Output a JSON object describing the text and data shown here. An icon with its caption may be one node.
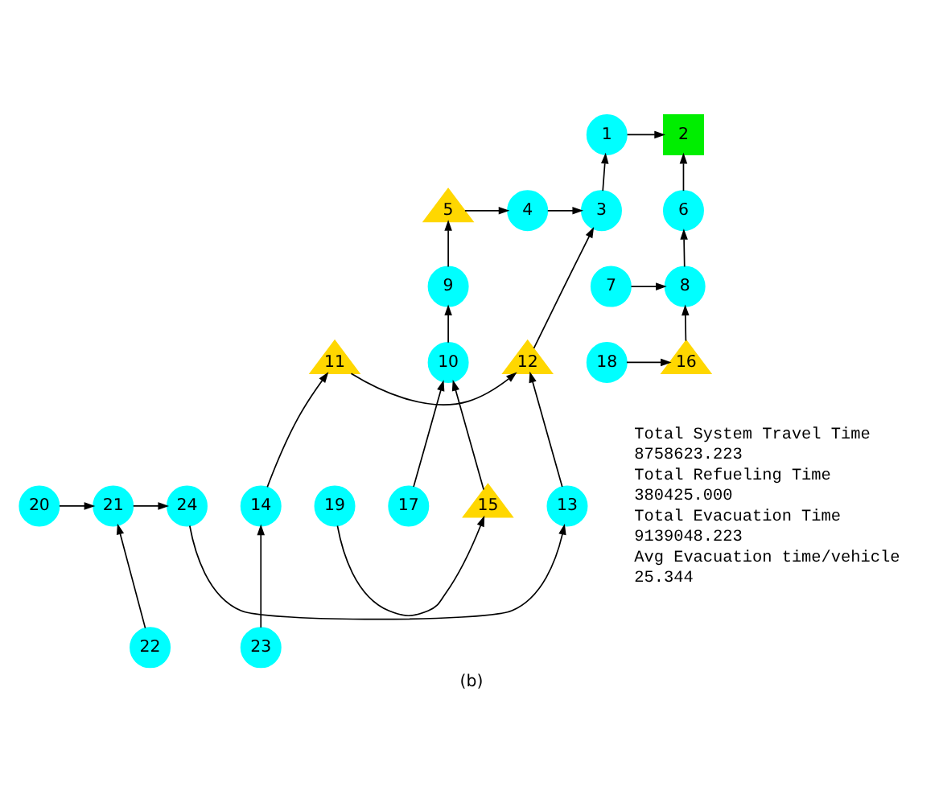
{
  "diagram": {
    "caption": "(b)",
    "nodes": [
      {
        "text": [
          "1"
        ]
      },
      {
        "text": [
          "2"
        ]
      },
      {
        "text": [
          "3"
        ]
      },
      {
        "text": [
          "4"
        ]
      },
      {
        "text": [
          "5"
        ]
      },
      {
        "text": [
          "6"
        ]
      },
      {
        "text": [
          "7"
        ]
      },
      {
        "text": [
          "8"
        ]
      },
      {
        "text": [
          "9"
        ]
      },
      {
        "text": [
          "10"
        ]
      },
      {
        "text": [
          "11"
        ]
      },
      {
        "text": [
          "12"
        ]
      },
      {
        "text": [
          "13"
        ]
      },
      {
        "text": [
          "14"
        ]
      },
      {
        "text": [
          "15"
        ]
      },
      {
        "text": [
          "16"
        ]
      },
      {
        "text": [
          "17"
        ]
      },
      {
        "text": [
          "18"
        ]
      },
      {
        "text": [
          "19"
        ]
      },
      {
        "text": [
          "20"
        ]
      },
      {
        "text": [
          "21"
        ]
      },
      {
        "text": [
          "22"
        ]
      },
      {
        "text": [
          "23"
        ]
      },
      {
        "text": [
          "24"
        ]
      }
    ],
    "edges": [
      {
        "from": 0,
        "to": 1,
        "arrow": "to"
      },
      {
        "from": 2,
        "to": 0,
        "arrow": "to"
      },
      {
        "from": 3,
        "to": 2,
        "arrow": "to"
      },
      {
        "from": 4,
        "to": 3,
        "arrow": "to"
      },
      {
        "from": 5,
        "to": 1,
        "arrow": "to"
      },
      {
        "from": 7,
        "to": 5,
        "arrow": "to"
      },
      {
        "from": 6,
        "to": 7,
        "arrow": "to"
      },
      {
        "from": 8,
        "to": 4,
        "arrow": "to"
      },
      {
        "from": 9,
        "to": 8,
        "arrow": "to"
      },
      {
        "from": 11,
        "to": 2,
        "arrow": "to"
      },
      {
        "from": 10,
        "to": 11,
        "arrow": "to"
      },
      {
        "from": 15,
        "to": 7,
        "arrow": "to"
      },
      {
        "from": 17,
        "to": 15,
        "arrow": "to"
      },
      {
        "from": 16,
        "to": 9,
        "arrow": "to"
      },
      {
        "from": 14,
        "to": 9,
        "arrow": "to"
      },
      {
        "from": 18,
        "to": 14,
        "arrow": "to"
      },
      {
        "from": 13,
        "to": 10,
        "arrow": "to"
      },
      {
        "from": 22,
        "to": 13,
        "arrow": "to"
      },
      {
        "from": 12,
        "to": 11,
        "arrow": "to"
      },
      {
        "from": 23,
        "to": 12,
        "arrow": "to"
      },
      {
        "from": 20,
        "to": 23,
        "arrow": "to"
      },
      {
        "from": 19,
        "to": 20,
        "arrow": "to"
      },
      {
        "from": 21,
        "to": 20,
        "arrow": "to"
      }
    ],
    "labels": [
      "Total System Travel Time",
      "8758623.223",
      "Total Refueling Time",
      "380425.000",
      "Total Evacuation Time",
      "9139048.223",
      "Avg Evacuation time/vehicle",
      "25.344"
    ]
  }
}
